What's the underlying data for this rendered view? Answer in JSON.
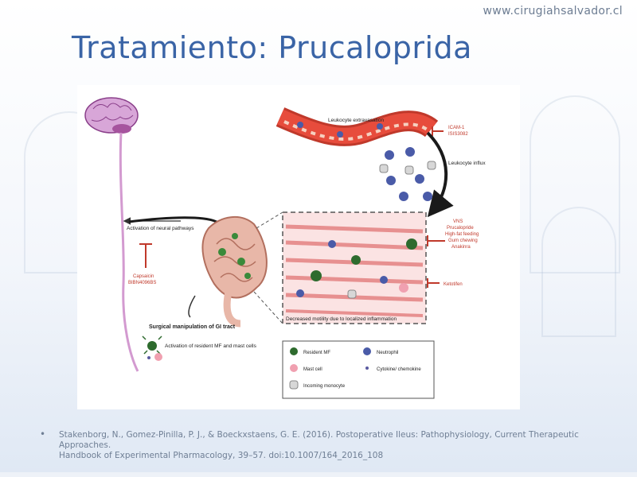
{
  "header": {
    "website": "www.cirugiahsalvador.cl",
    "title": "Tratamiento: Prucaloprida"
  },
  "figure": {
    "leukocyte_extravasation": "Leukocyte extravasation",
    "icam_lines": [
      "ICAM-1",
      "ISIS3082"
    ],
    "leukocyte_influx": "Leukocyte influx",
    "treatments": [
      "VNS",
      "Prucalopride",
      "High-fat feeding",
      "Gum chewing",
      "Anakinra"
    ],
    "ketotifen": "Ketotifen",
    "neural_activation": "Activation of neural pathways",
    "capsaicin": "Capsaicin",
    "bibn": "BIBN4096BS",
    "motility": "Decreased motility due to localized inflammation",
    "surgical": "Surgical manipulation of GI tract",
    "mf_activation": "Activation of resident MF and mast cells",
    "legend": {
      "resident_mf": "Resident MF",
      "neutrophil": "Neutrophil",
      "mast_cell": "Mast cell",
      "cytokine": "Cytokine/ chemokine",
      "monocyte": "Incoming monocyte"
    }
  },
  "reference": {
    "bullet": "•",
    "line1": "Stakenborg, N., Gomez-Pinilla, P. J., & Boeckxstaens, G. E. (2016). Postoperative Ileus: Pathophysiology, Current Therapeutic Approaches.",
    "line2": "Handbook of Experimental Pharmacology, 39–57. doi:10.1007/164_2016_108"
  }
}
